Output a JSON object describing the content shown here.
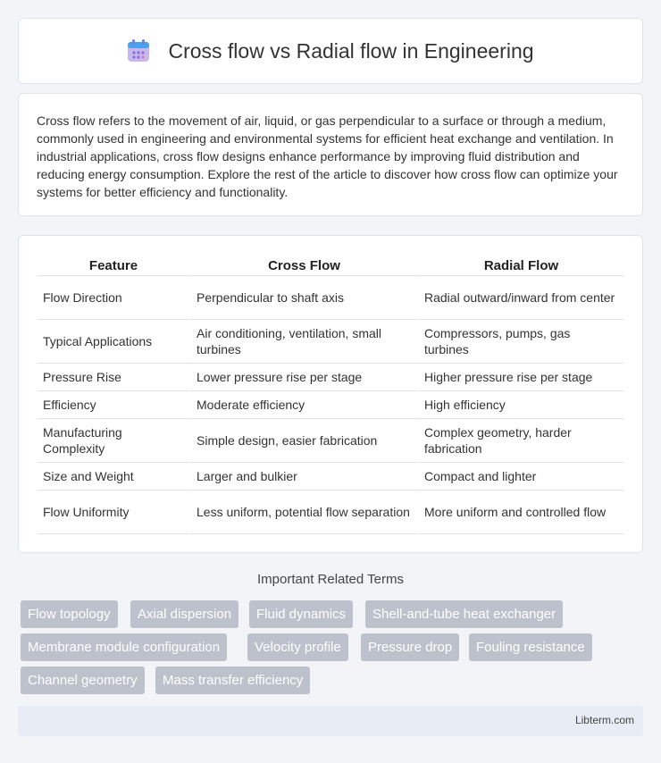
{
  "header": {
    "title": "Cross flow vs Radial flow in Engineering",
    "icon": "calendar-icon"
  },
  "intro": {
    "text": "Cross flow refers to the movement of air, liquid, or gas perpendicular to a surface or through a medium, commonly used in engineering and environmental systems for efficient heat exchange and ventilation. In industrial applications, cross flow designs enhance performance by improving fluid distribution and reducing energy consumption. Explore the rest of the article to discover how cross flow can optimize your systems for better efficiency and functionality."
  },
  "table": {
    "headers": [
      "Feature",
      "Cross Flow",
      "Radial Flow"
    ],
    "rows": [
      [
        "Flow Direction",
        "Perpendicular to shaft axis",
        "Radial outward/inward from center"
      ],
      [
        "Typical Applications",
        "Air conditioning, ventilation, small turbines",
        "Compressors, pumps, gas turbines"
      ],
      [
        "Pressure Rise",
        "Lower pressure rise per stage",
        "Higher pressure rise per stage"
      ],
      [
        "Efficiency",
        "Moderate efficiency",
        "High efficiency"
      ],
      [
        "Manufacturing Complexity",
        "Simple design, easier fabrication",
        "Complex geometry, harder fabrication"
      ],
      [
        "Size and Weight",
        "Larger and bulkier",
        "Compact and lighter"
      ],
      [
        "Flow Uniformity",
        "Less uniform, potential flow separation",
        "More uniform and controlled flow"
      ]
    ]
  },
  "related": {
    "title": "Important Related Terms",
    "tags": [
      "Flow topology",
      "Axial dispersion",
      "Fluid dynamics",
      "Shell-and-tube heat exchanger",
      "Membrane module configuration",
      "Velocity profile",
      "Pressure drop",
      "Fouling resistance",
      "Channel geometry",
      "Mass transfer efficiency"
    ]
  },
  "footer": {
    "text": "Libterm.com"
  },
  "colors": {
    "tag_bg": "#bcc1cc",
    "page_bg": "#f3f4f8",
    "footer_bg": "#e7ecf5"
  }
}
